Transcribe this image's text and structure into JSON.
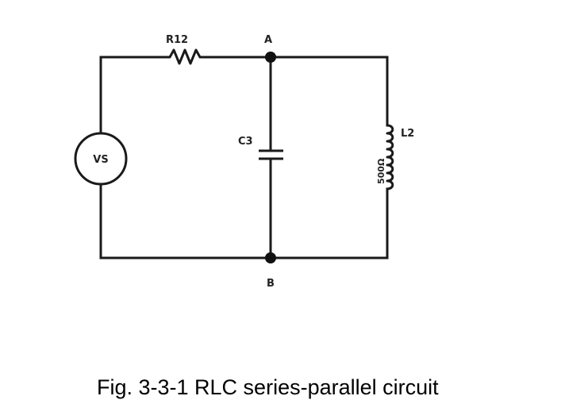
{
  "circuit": {
    "resistor_label": "R12",
    "capacitor_label": "C3",
    "inductor_label": "L2",
    "inductor_value": "500Ω",
    "source_label": "VS",
    "node_top_label": "A",
    "node_bottom_label": "B"
  },
  "caption": "Fig. 3-3-1 RLC series-parallel circuit",
  "colors": {
    "wire": "#1a1a1a",
    "background": "#ffffff"
  }
}
